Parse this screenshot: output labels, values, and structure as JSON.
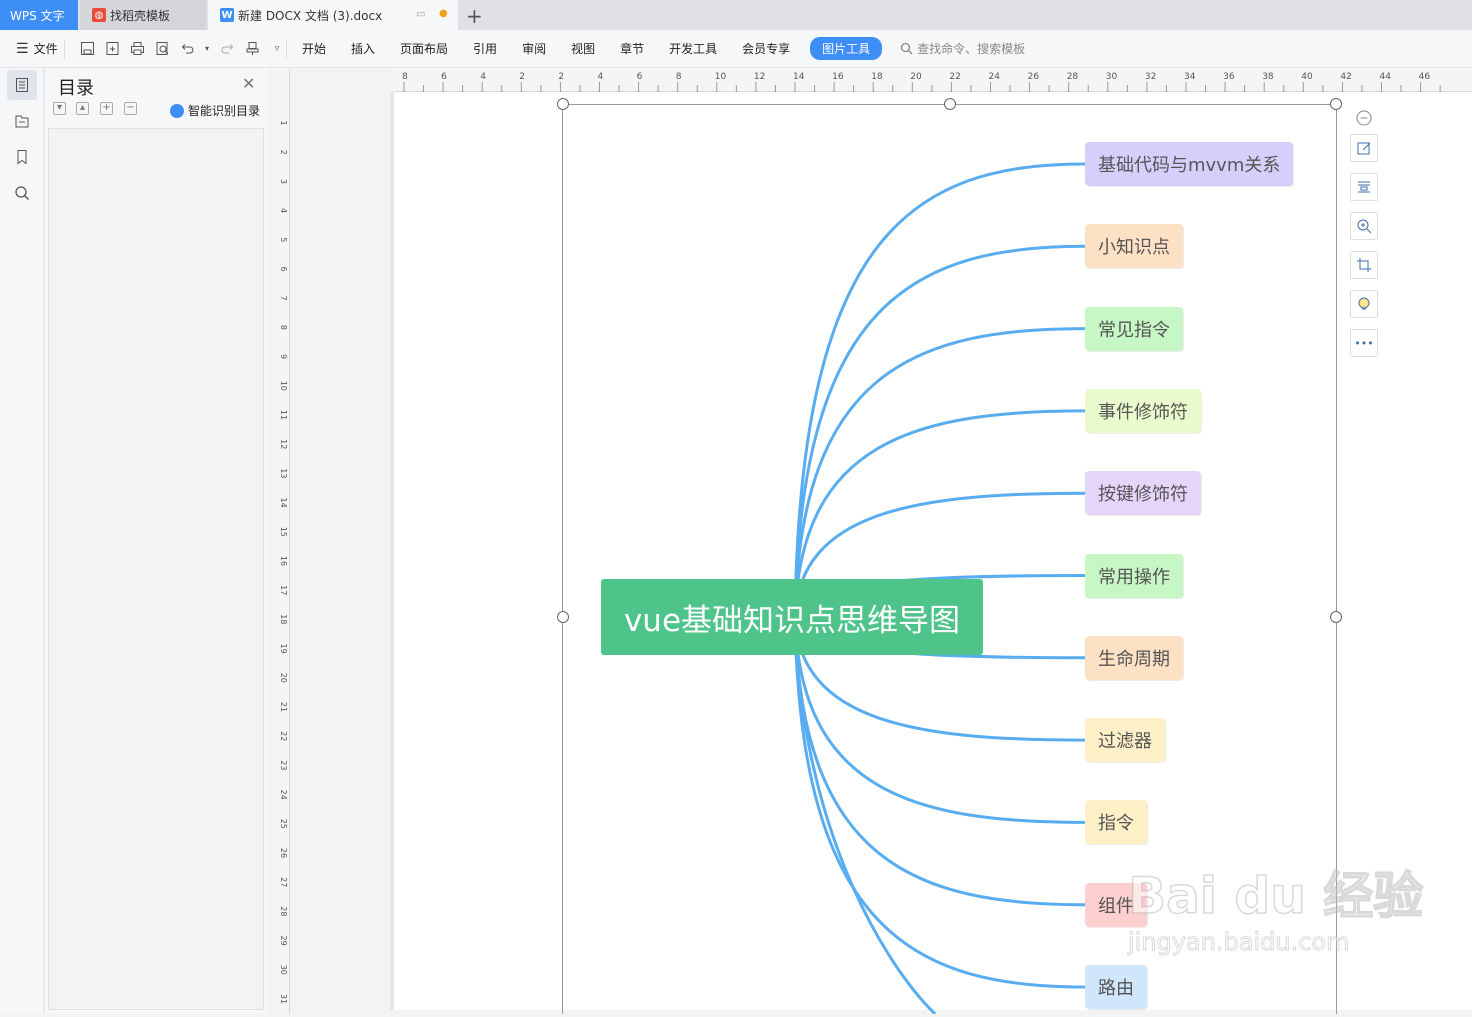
{
  "tabs": [
    {
      "label": "WPS 文字"
    },
    {
      "label": "找稻壳模板"
    },
    {
      "label": "新建 DOCX 文档 (3).docx"
    }
  ],
  "toolbar": {
    "file_label": "文件",
    "menus": [
      "开始",
      "插入",
      "页面布局",
      "引用",
      "审阅",
      "视图",
      "章节",
      "开发工具",
      "会员专享"
    ],
    "image_tools_label": "图片工具",
    "search_placeholder": "查找命令、搜索模板"
  },
  "toc_panel": {
    "title": "目录",
    "smart_toc_label": "智能识别目录"
  },
  "ruler": {
    "h_labels": [
      "8",
      "6",
      "4",
      "2",
      "2",
      "4",
      "6",
      "8",
      "10",
      "12",
      "14",
      "16",
      "18",
      "20",
      "22",
      "24",
      "26",
      "28",
      "30",
      "32",
      "34",
      "36",
      "38",
      "40",
      "42",
      "44",
      "46"
    ],
    "v_labels": [
      "1",
      "2",
      "3",
      "4",
      "5",
      "6",
      "7",
      "8",
      "9",
      "10",
      "11",
      "12",
      "13",
      "14",
      "15",
      "16",
      "17",
      "18",
      "19",
      "20",
      "21",
      "22",
      "23",
      "24",
      "25",
      "26",
      "27",
      "28",
      "29",
      "30",
      "31"
    ]
  },
  "mindmap": {
    "root": "vue基础知识点思维导图",
    "line_color": "#58acf0",
    "root_color": "#4ec38a",
    "nodes": [
      {
        "label": "基础代码与mvvm关系",
        "color": "#d4d0fb"
      },
      {
        "label": "小知识点",
        "color": "#fde1c4"
      },
      {
        "label": "常见指令",
        "color": "#c6f7c4"
      },
      {
        "label": "事件修饰符",
        "color": "#e9fbcc"
      },
      {
        "label": "按键修饰符",
        "color": "#e6d5fb"
      },
      {
        "label": "常用操作",
        "color": "#c6f7c4"
      },
      {
        "label": "生命周期",
        "color": "#fde1c4"
      },
      {
        "label": "过滤器",
        "color": "#fdefc6"
      },
      {
        "label": "指令",
        "color": "#fdefc6"
      },
      {
        "label": "组件",
        "color": "#fdcfcf"
      },
      {
        "label": "路由",
        "color": "#cfe6fb"
      }
    ]
  },
  "watermark": {
    "brand": "Bai du 经验",
    "url": "jingyan.baidu.com"
  }
}
